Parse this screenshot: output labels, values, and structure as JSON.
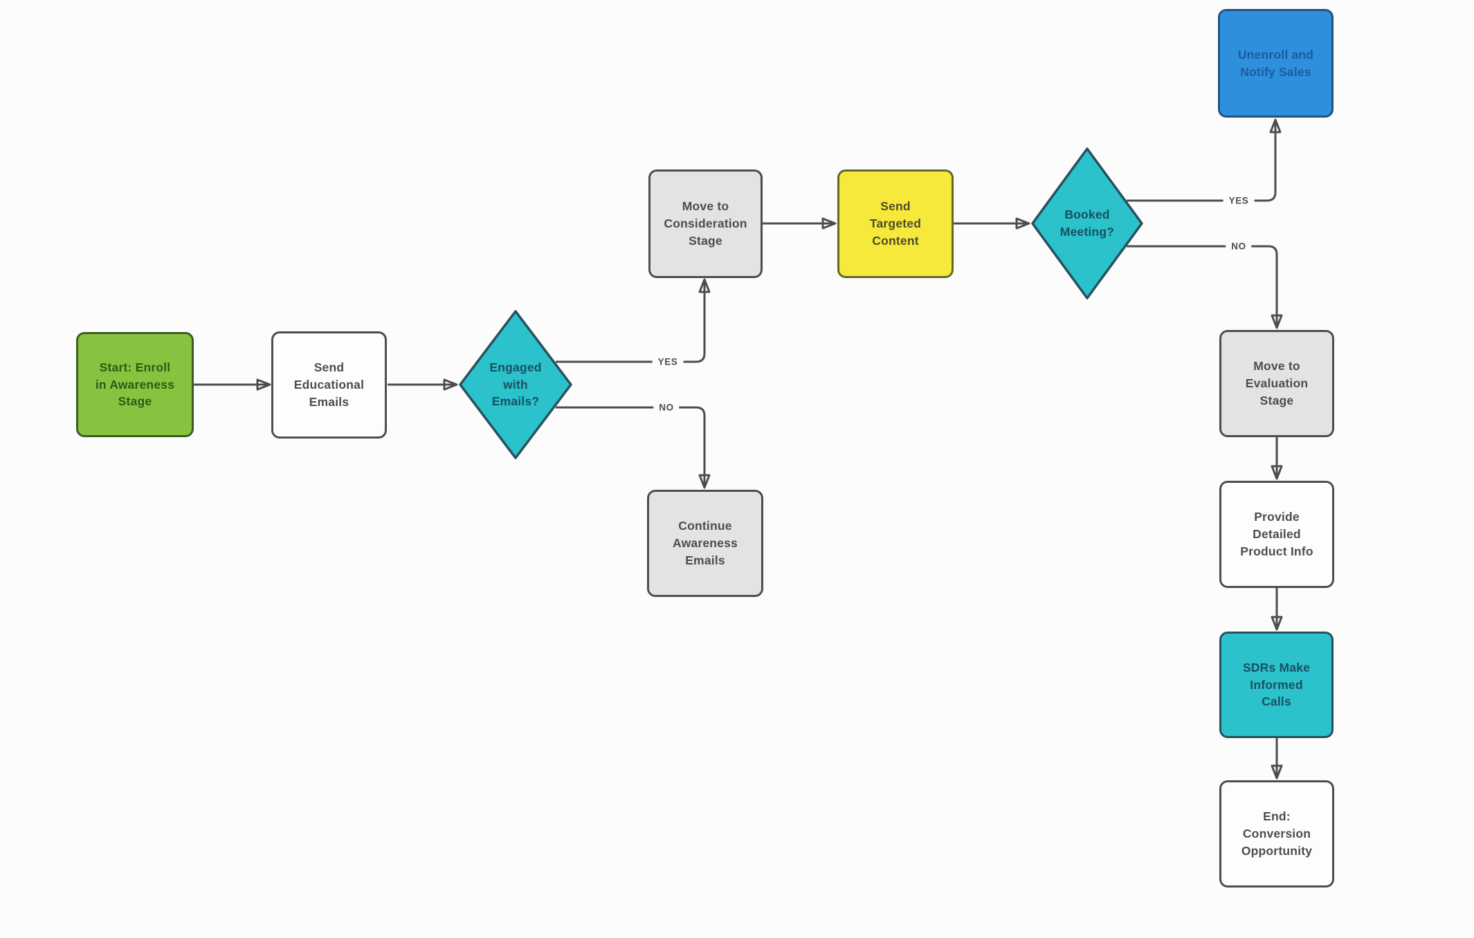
{
  "diagram": {
    "colors": {
      "background": "#fcfcfc",
      "connector": "#4d4d4d",
      "edge_label_text": "#4d4d4d"
    },
    "nodes": [
      {
        "id": "start-enroll-awareness",
        "shape": "rounded-rect",
        "label": "Start: Enroll\nin Awareness\nStage",
        "fill": "#86c440",
        "border": "#3f5b22",
        "text": "#2d5a16"
      },
      {
        "id": "send-educational-emails",
        "shape": "rounded-rect",
        "label": "Send\nEducational\nEmails",
        "fill": "#fdfdfd",
        "border": "#4d4d4d",
        "text": "#4d4d4d"
      },
      {
        "id": "engaged-with-emails",
        "shape": "diamond",
        "label": "Engaged\nwith\nEmails?",
        "fill": "#2bc2cc",
        "border": "#27505c",
        "text": "#19505f"
      },
      {
        "id": "move-to-consideration-stage",
        "shape": "rounded-rect",
        "label": "Move to\nConsideration\nStage",
        "fill": "#e3e3e3",
        "border": "#4d4d4d",
        "text": "#4d4d4d"
      },
      {
        "id": "send-targeted-content",
        "shape": "rounded-rect",
        "label": "Send\nTargeted\nContent",
        "fill": "#f6e93c",
        "border": "#66662a",
        "text": "#4e4c29"
      },
      {
        "id": "booked-meeting",
        "shape": "diamond",
        "label": "Booked\nMeeting?",
        "fill": "#2bc2cc",
        "border": "#27505c",
        "text": "#19505f"
      },
      {
        "id": "unenroll-and-notify-sales",
        "shape": "rounded-rect",
        "label": "Unenroll and\nNotify Sales",
        "fill": "#2e90dd",
        "border": "#1f5380",
        "text": "#1c5b9d"
      },
      {
        "id": "move-to-evaluation-stage",
        "shape": "rounded-rect",
        "label": "Move to\nEvaluation\nStage",
        "fill": "#e3e3e3",
        "border": "#4d4d4d",
        "text": "#4d4d4d"
      },
      {
        "id": "provide-detailed-product-info",
        "shape": "rounded-rect",
        "label": "Provide\nDetailed\nProduct Info",
        "fill": "#fdfdfd",
        "border": "#4d4d4d",
        "text": "#4d4d4d"
      },
      {
        "id": "sdrs-make-informed-calls",
        "shape": "rounded-rect",
        "label": "SDRs Make\nInformed\nCalls",
        "fill": "#2bc2cc",
        "border": "#27505c",
        "text": "#19505f"
      },
      {
        "id": "end-conversion-opportunity",
        "shape": "rounded-rect",
        "label": "End:\nConversion\nOpportunity",
        "fill": "#fdfdfd",
        "border": "#4d4d4d",
        "text": "#4d4d4d"
      },
      {
        "id": "continue-awareness-emails",
        "shape": "rounded-rect",
        "label": "Continue\nAwareness\nEmails",
        "fill": "#e3e3e3",
        "border": "#4d4d4d",
        "text": "#4d4d4d"
      }
    ],
    "edges": [
      {
        "from": "start-enroll-awareness",
        "to": "send-educational-emails",
        "label": ""
      },
      {
        "from": "send-educational-emails",
        "to": "engaged-with-emails",
        "label": ""
      },
      {
        "from": "engaged-with-emails",
        "to": "move-to-consideration-stage",
        "label": "YES"
      },
      {
        "from": "engaged-with-emails",
        "to": "continue-awareness-emails",
        "label": "NO"
      },
      {
        "from": "move-to-consideration-stage",
        "to": "send-targeted-content",
        "label": ""
      },
      {
        "from": "send-targeted-content",
        "to": "booked-meeting",
        "label": ""
      },
      {
        "from": "booked-meeting",
        "to": "unenroll-and-notify-sales",
        "label": "YES"
      },
      {
        "from": "booked-meeting",
        "to": "move-to-evaluation-stage",
        "label": "NO"
      },
      {
        "from": "move-to-evaluation-stage",
        "to": "provide-detailed-product-info",
        "label": ""
      },
      {
        "from": "provide-detailed-product-info",
        "to": "sdrs-make-informed-calls",
        "label": ""
      },
      {
        "from": "sdrs-make-informed-calls",
        "to": "end-conversion-opportunity",
        "label": ""
      }
    ]
  }
}
